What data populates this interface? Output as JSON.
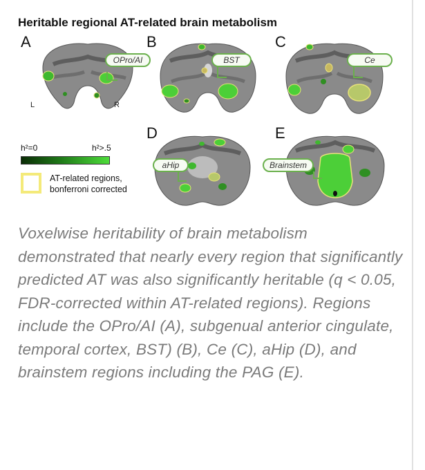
{
  "figure": {
    "title": "Heritable regional AT-related brain metabolism",
    "panels": [
      {
        "letter": "A",
        "callout": "OPro/AI"
      },
      {
        "letter": "B",
        "callout": "BST"
      },
      {
        "letter": "C",
        "callout": "Ce"
      },
      {
        "letter": "D",
        "callout": "aHip"
      },
      {
        "letter": "E",
        "callout": "Brainstem"
      }
    ],
    "orientation": {
      "left": "L",
      "right": "R"
    },
    "legend": {
      "min_label": "h²=0",
      "max_label": "h²>.5",
      "swatch_text_line1": "AT-related regions,",
      "swatch_text_line2": "bonferroni corrected",
      "colors": {
        "low": "#0b2d06",
        "high": "#4ddc3a",
        "outline": "#f4ea7a",
        "callout_border": "#6ab04c"
      }
    }
  },
  "caption": {
    "text": "Voxelwise heritability of brain metabolism demonstrated that nearly every region that significantly predicted AT was also significantly heritable (q < 0.05, FDR-corrected within AT-related regions). Regions include the OPro/AI (A), subgenual anterior cingulate, temporal cortex, BST) (B), Ce (C), aHip (D), and brainstem regions including the PAG (E)."
  }
}
